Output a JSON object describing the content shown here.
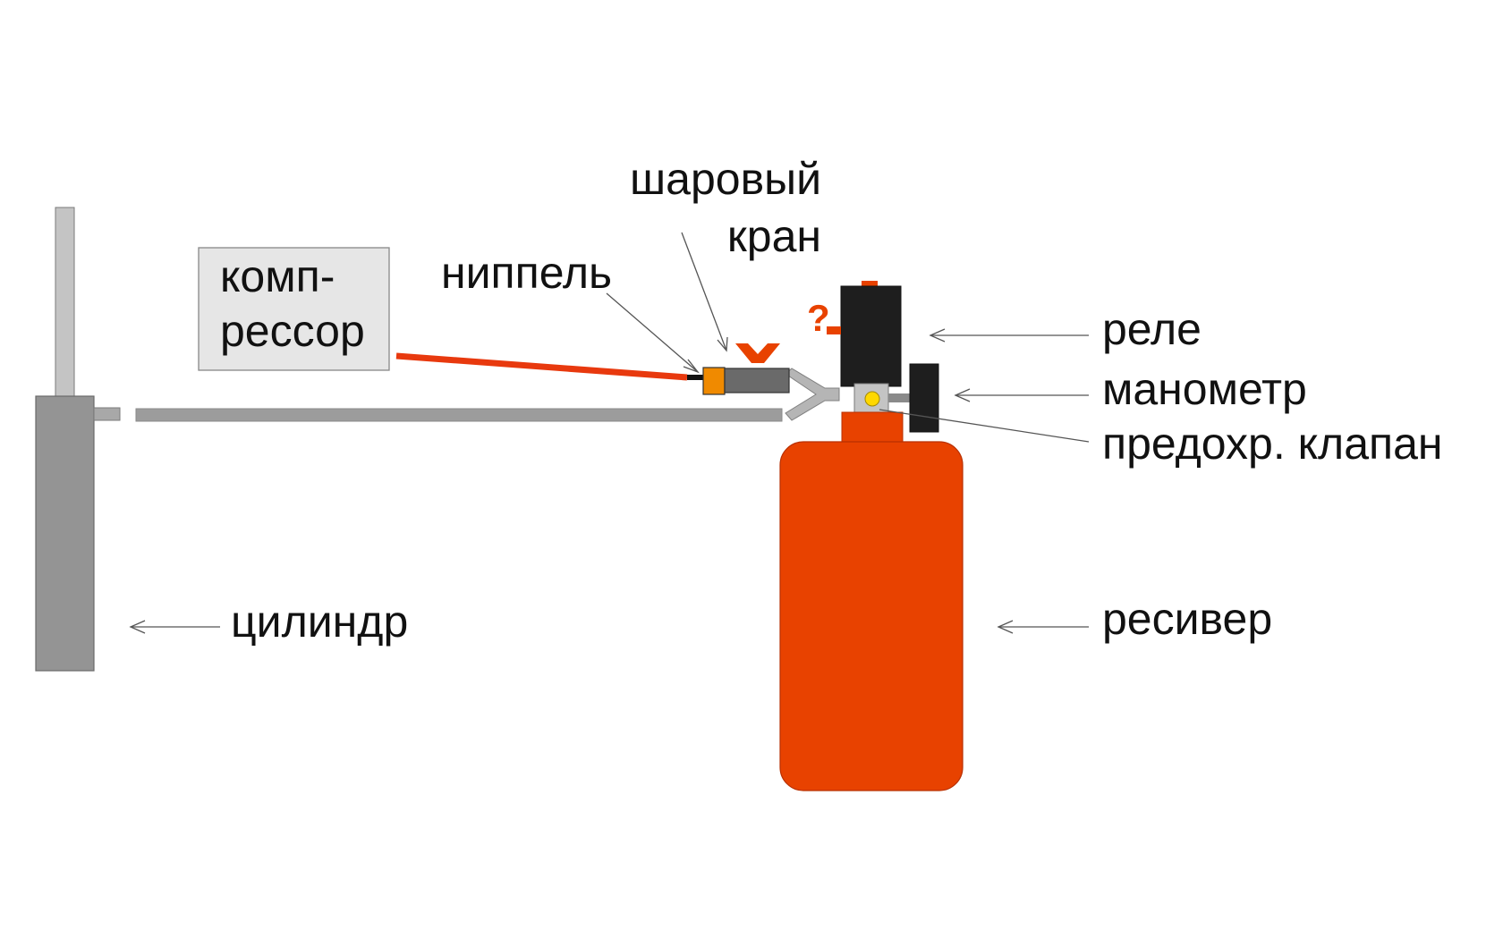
{
  "labels": {
    "compressor_line1": "комп-",
    "compressor_line2": "рессор",
    "nipple": "ниппель",
    "ball_valve_line1": "шаровый",
    "ball_valve_line2": "кран",
    "relay": "реле",
    "manometer": "манометр",
    "safety_valve": "предохр. клапан",
    "cylinder": "цилиндр",
    "receiver": "ресивер",
    "question_mark": "?"
  },
  "colors": {
    "receiver_body": "#e84200",
    "compressor_hose": "#e8390e",
    "nipple_fitting": "#f08a00",
    "valve_handle": "#e84200",
    "relay_body": "#1e1e1e",
    "manometer_body": "#1e1e1e",
    "safety_valve_dot": "#ffd800",
    "cylinder_body": "#949494",
    "pipe": "#9c9c9c",
    "compressor_box": "#e6e6e6",
    "question_mark": "#e84200"
  }
}
